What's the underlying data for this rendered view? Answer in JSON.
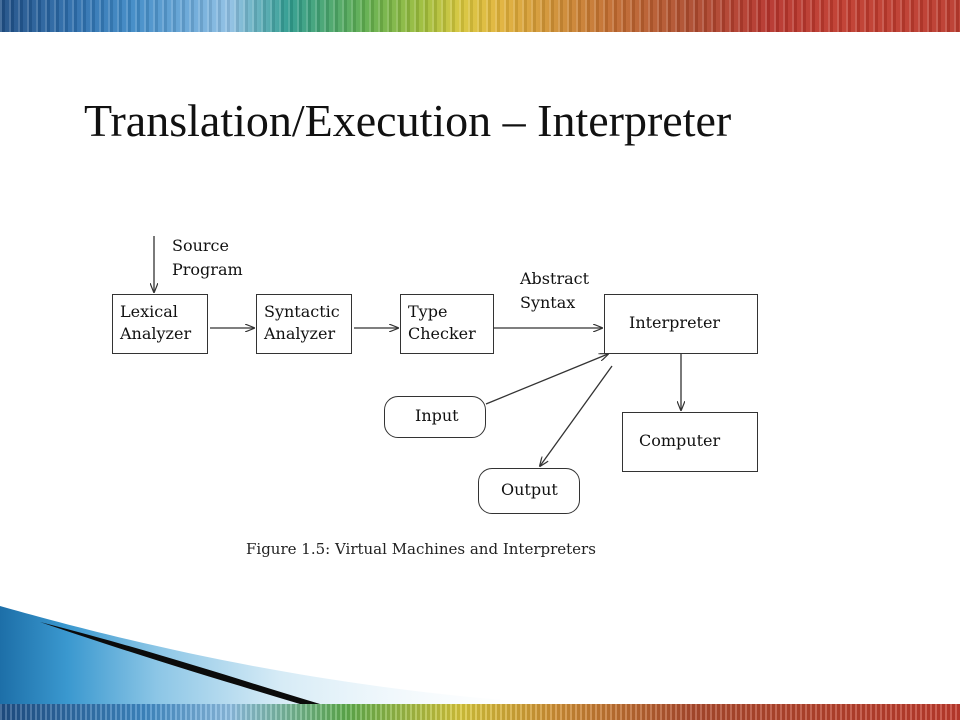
{
  "slide": {
    "title": "Translation/Execution – Interpreter"
  },
  "diagram": {
    "source_label": [
      "Source",
      "Program"
    ],
    "abstract_label": [
      "Abstract",
      "Syntax"
    ],
    "boxes": {
      "lexical": [
        "Lexical",
        "Analyzer"
      ],
      "syntactic": [
        "Syntactic",
        "Analyzer"
      ],
      "type_checker": [
        "Type",
        "Checker"
      ],
      "interpreter": "Interpreter",
      "computer": "Computer",
      "input": "Input",
      "output": "Output"
    },
    "caption": "Figure 1.5: Virtual Machines and Interpreters"
  }
}
